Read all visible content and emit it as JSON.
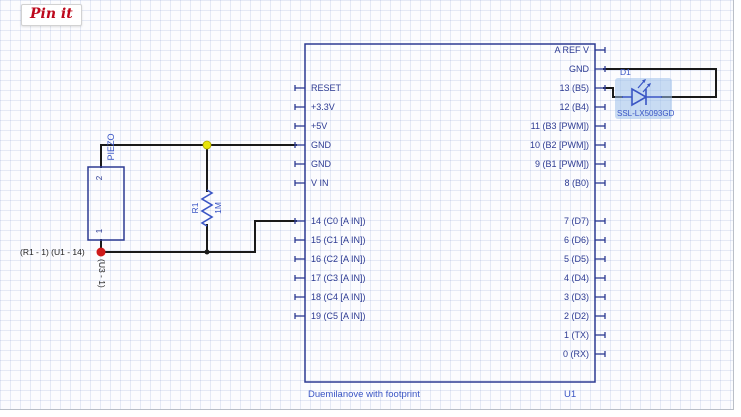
{
  "pinit": {
    "label": "Pin it"
  },
  "net": {
    "label": "(R1 - 1) (U1 - 14)",
    "label_vertical": "(U3 - 1)"
  },
  "arduino": {
    "name": "Duemilanove with footprint",
    "ref": "U1",
    "left_pins": [
      "RESET",
      "+3.3V",
      "+5V",
      "GND",
      "GND",
      "V IN",
      "14 (C0 [A IN])",
      "15 (C1 [A IN])",
      "16 (C2 [A IN])",
      "17 (C3 [A IN])",
      "18 (C4 [A IN])",
      "19 (C5 [A IN])"
    ],
    "right_pins": [
      "A REF V",
      "GND",
      "13 (B5)",
      "12 (B4)",
      "11 (B3 [PWM])",
      "10 (B2 [PWM])",
      "9 (B1 [PWM])",
      "8 (B0)",
      "7 (D7)",
      "6 (D6)",
      "5 (D5)",
      "4 (D4)",
      "3 (D3)",
      "2 (D2)",
      "1 (TX)",
      "0 (RX)"
    ]
  },
  "piezo": {
    "label": "PIEZO",
    "pin_top": "2",
    "pin_bottom": "1"
  },
  "resistor": {
    "ref": "R1",
    "value": "1M"
  },
  "led": {
    "ref": "D1",
    "part": "SSL-LX5093GD"
  },
  "colors": {
    "wire": "#1a1a1a",
    "component_outline": "#2c3a92",
    "component_label": "#3a55c4",
    "selection_highlight": "#9cc0ea",
    "junction_yellow": "#e8e50a",
    "endpoint_red": "#cf1a1a",
    "pinit_red": "#bd081c",
    "grid_line": "#dfe5f0"
  }
}
